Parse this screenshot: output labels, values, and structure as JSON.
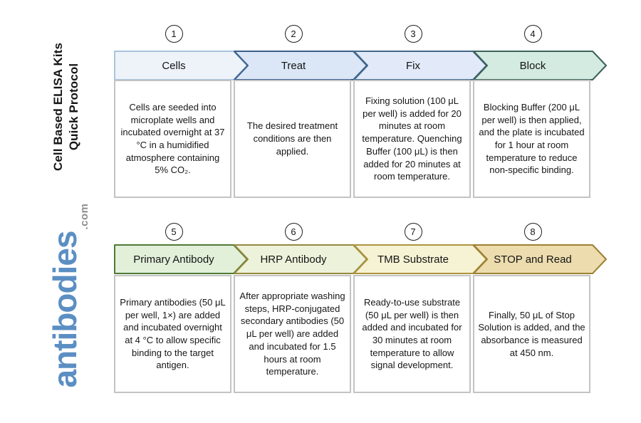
{
  "sidebar": {
    "title_line1": "Cell Based ELISA Kits",
    "title_line2": "Quick Protocol",
    "logo_text": "antibodies",
    "logo_suffix": ".com",
    "logo_color": "#5b8fc3"
  },
  "steps": [
    {
      "number": "1",
      "title": "Cells",
      "description": "Cells are seeded into microplate wells and incubated overnight at 37 °C in a humidified atmosphere containing 5% CO₂.",
      "fill": "#eef3fa",
      "border": "#a9c3de"
    },
    {
      "number": "2",
      "title": "Treat",
      "description": "The desired treatment conditions are then applied.",
      "fill": "#dbe7f7",
      "border": "#3c5f8b"
    },
    {
      "number": "3",
      "title": "Fix",
      "description": "Fixing solution (100 μL per well) is added for 20 minutes at room temperature. Quenching Buffer (100 μL) is then added for 20 minutes at room temperature.",
      "fill": "#e2eafa",
      "border": "#44688c"
    },
    {
      "number": "4",
      "title": "Block",
      "description": "Blocking Buffer (200 μL per well) is then applied, and the plate is incubated for 1 hour at room temperature to reduce non-specific binding.",
      "fill": "#d3ebe1",
      "border": "#3e615a"
    },
    {
      "number": "5",
      "title": "Primary Antibody",
      "description": "Primary antibodies (50 μL per well, 1×) are added and incubated overnight at 4 °C to allow specific binding to the target antigen.",
      "fill": "#e2f0da",
      "border": "#4d7a36"
    },
    {
      "number": "6",
      "title": "HRP Antibody",
      "description": "After appropriate washing steps, HRP-conjugated secondary antibodies (50 μL per well) are added and incubated for 1.5 hours at room temperature.",
      "fill": "#edf2da",
      "border": "#95883c"
    },
    {
      "number": "7",
      "title": "TMB Substrate",
      "description": "Ready-to-use substrate (50 μL per well) is then added and incubated for 30 minutes at room temperature to allow signal development.",
      "fill": "#f6f2d4",
      "border": "#ad943e"
    },
    {
      "number": "8",
      "title": "STOP and Read",
      "description": "Finally, 50 μL of Stop Solution is added, and the absorbance is measured at 450 nm.",
      "fill": "#ecdcae",
      "border": "#9c8033"
    }
  ]
}
